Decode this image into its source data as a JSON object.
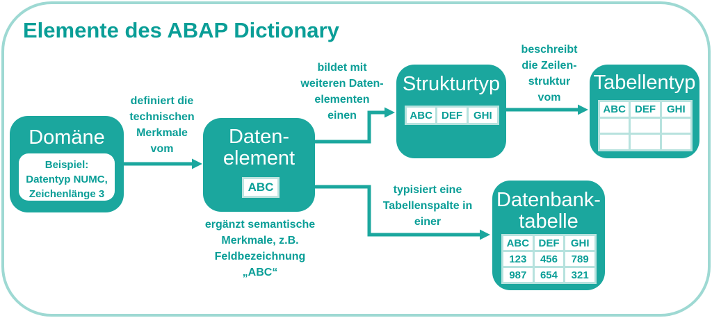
{
  "title": "Elemente des ABAP Dictionary",
  "colors": {
    "node_fill": "#1ba79e",
    "teal_text": "#0a9e97",
    "frame_border": "#9ed9d3",
    "table_strip": "#b7e2de",
    "cell_bg": "#ffffff",
    "node_text": "#ffffff"
  },
  "nodes": {
    "domaene": {
      "title": "Domäne",
      "example_lines": [
        "Beispiel:",
        "Datentyp NUMC,",
        "Zeichenlänge 3"
      ]
    },
    "datenelement": {
      "title_lines": [
        "Daten-",
        "element"
      ],
      "chip": "ABC"
    },
    "strukturtyp": {
      "title": "Strukturtyp",
      "cells": [
        "ABC",
        "DEF",
        "GHI"
      ]
    },
    "tabellentyp": {
      "title": "Tabellentyp",
      "rows": [
        [
          "ABC",
          "DEF",
          "GHI"
        ],
        [
          "",
          "",
          ""
        ],
        [
          "",
          "",
          ""
        ]
      ]
    },
    "datenbanktabelle": {
      "title_lines": [
        "Datenbank-",
        "tabelle"
      ],
      "rows": [
        [
          "ABC",
          "DEF",
          "GHI"
        ],
        [
          "123",
          "456",
          "789"
        ],
        [
          "987",
          "654",
          "321"
        ]
      ]
    }
  },
  "edge_labels": {
    "definiert": [
      "definiert die",
      "technischen",
      "Merkmale",
      "vom"
    ],
    "bildet": [
      "bildet mit",
      "weiteren Daten-",
      "elementen",
      "einen"
    ],
    "beschreibt": [
      "beschreibt",
      "die Zeilen-",
      "struktur",
      "vom"
    ],
    "typisiert": [
      "typisiert eine",
      "Tabellenspalte in",
      "einer"
    ],
    "ergaenzt": [
      "ergänzt semantische",
      "Merkmale, z.B.",
      "Feldbezeichnung",
      "„ABC“"
    ]
  }
}
